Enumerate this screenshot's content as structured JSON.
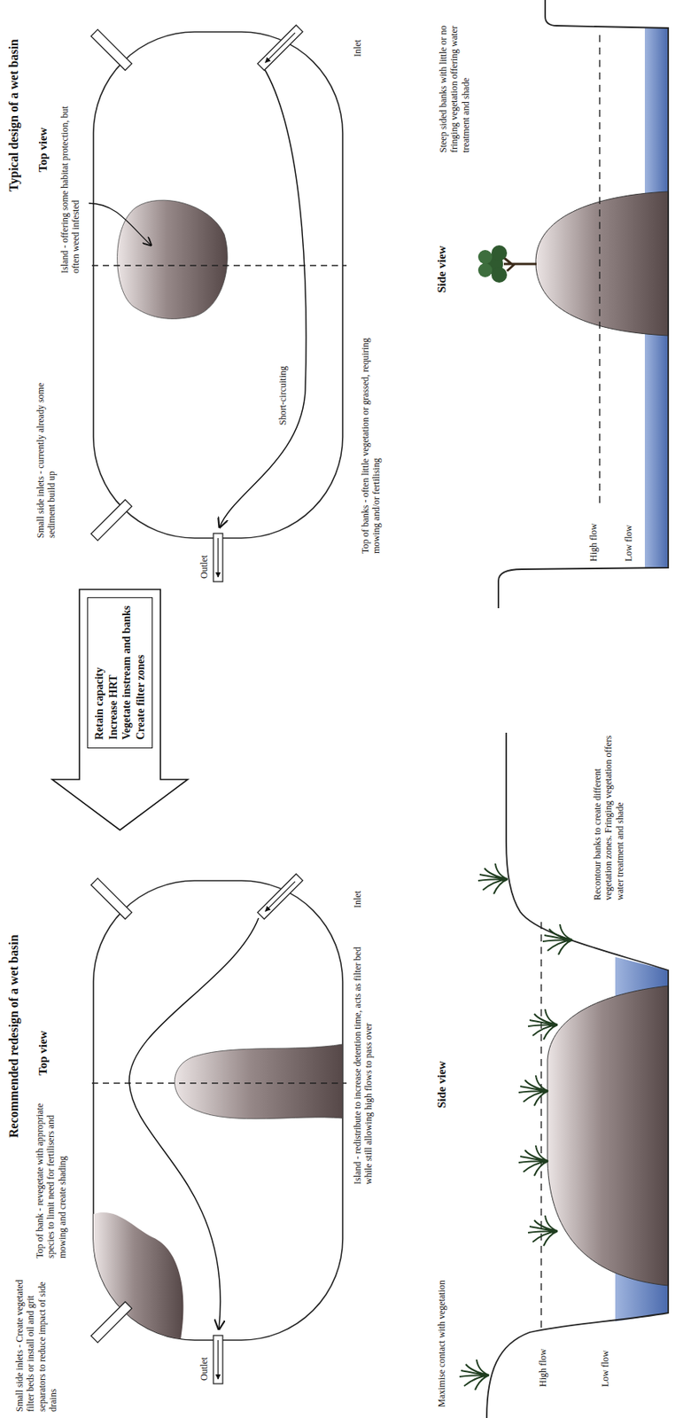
{
  "diagram": {
    "nodes": [
      {
        "text": [
          "Retain capacity",
          "Increase HRT",
          "Vegetate instream and banks",
          "Create filter zones"
        ]
      }
    ],
    "labels": [
      "Typical design of a wet basin",
      "Top view",
      "Island - offering some habitat protection, but often weed infested",
      "Small side inlets - currently already some sediment build up",
      "Outlet",
      "Short-circuiting",
      "Inlet",
      "Top of banks - often little vegetation or grassed, requiring mowing and/or fertilising",
      "Side view",
      "Steep sided banks with little or no fringing vegetation offering water treatment and shade",
      "High flow",
      "Low flow",
      "Recommended redesign of a wet basin",
      "Top view",
      "Top of bank - revegetate with appropriate species to limit need for fertilisers and mowing and create shading",
      "Small side inlets - Create vegetated filter beds or install oil and grit separators to reduce impact of side drains",
      "Outlet",
      "Inlet",
      "Island - redistribute to increase detention time, acts as filter bed while still allowing high flows to pass over",
      "Side view",
      "Maximise contact with vegetation",
      "High flow",
      "Low flow",
      "Recontour banks to create different vegetation zones. Fringing vegetation offers water treatment and shade"
    ]
  }
}
